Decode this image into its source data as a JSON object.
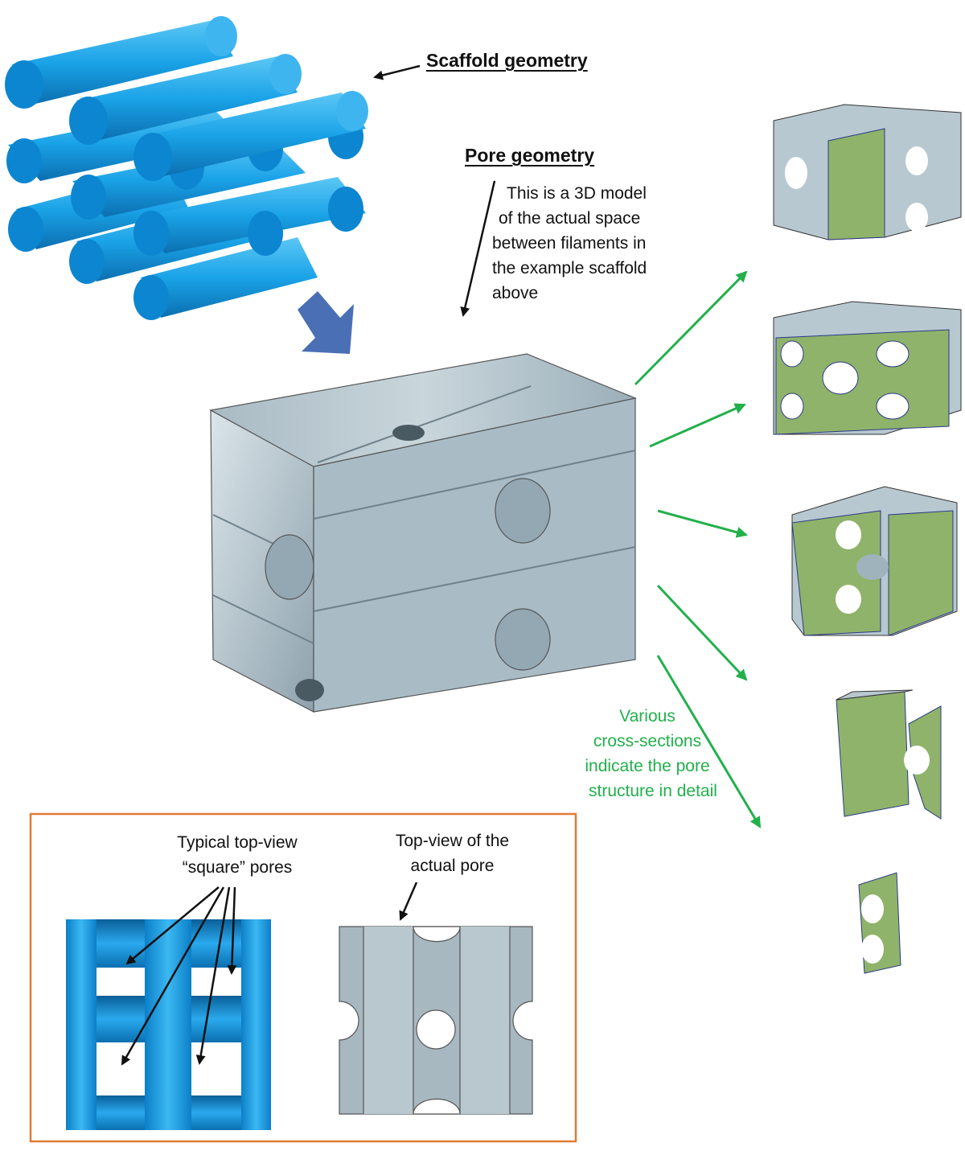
{
  "labels": {
    "scaffold_geometry": "Scaffold geometry",
    "pore_geometry": "Pore geometry",
    "pore_description_lines": [
      "This is a 3D model",
      "of the actual space",
      "between filaments in",
      "the example scaffold",
      "above"
    ],
    "cross_section_lines": [
      "Various",
      "cross-sections",
      "indicate the pore",
      "structure in detail"
    ],
    "typical_square_lines": [
      "Typical top-view",
      "“square” pores"
    ],
    "actual_pore_lines": [
      "Top-view of the",
      "actual pore"
    ]
  },
  "colors": {
    "filament_blue": "#1aa3e8",
    "filament_blue_dark": "#0b6fb0",
    "pore_gray": "#b7c7cf",
    "pore_gray_dark": "#7f939d",
    "section_green": "#8fb36a",
    "arrow_green": "#22b04b",
    "box_orange": "#e07b35",
    "big_arrow": "#4a6fb5"
  }
}
